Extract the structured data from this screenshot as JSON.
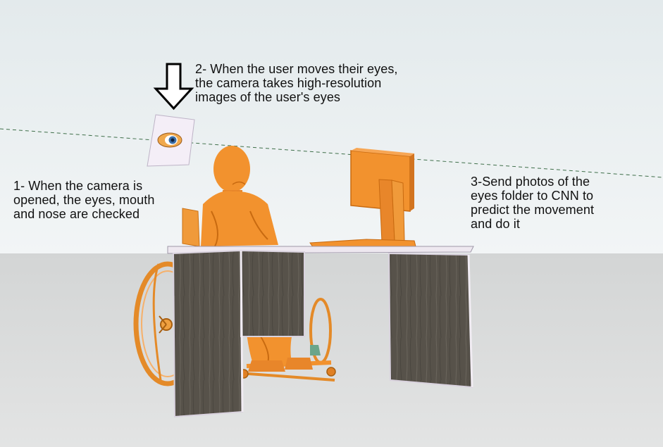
{
  "annotations": {
    "step1": "1- When the camera is\nopened, the eyes, mouth\nand nose are checked",
    "step2": "2- When the user moves their eyes,\nthe camera takes high-resolution\nimages of the user's eyes",
    "step3": "3-Send photos of the\neyes folder to CNN to\npredict the movement\nand do it"
  },
  "icons": {
    "arrow": "down-arrow-icon",
    "eye": "eye-icon"
  },
  "colors": {
    "sky_top": "#e6edef",
    "ground": "#dadcdc",
    "figure": "#f2922e",
    "figure_shadow": "#c86a10",
    "desk_panel": "#55514a",
    "desk_top": "#eee8f0",
    "horizon_line": "#3f6f4a"
  }
}
